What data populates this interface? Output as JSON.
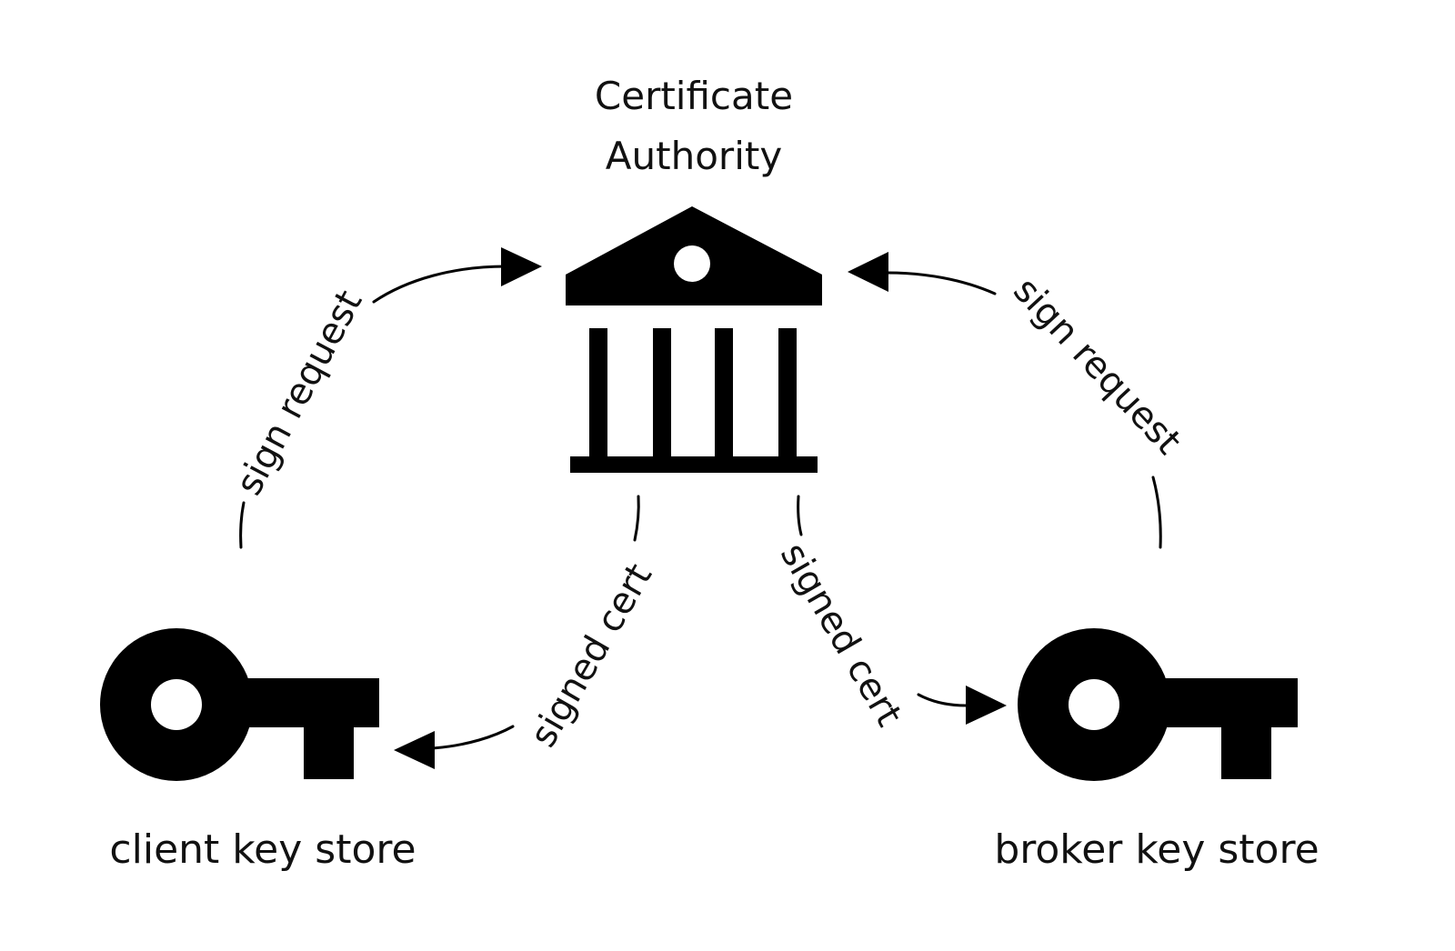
{
  "nodes": {
    "authority": {
      "title_line1": "Certificate",
      "title_line2": "Authority",
      "icon": "bank-building-icon"
    },
    "client": {
      "label": "client key store",
      "icon": "key-icon"
    },
    "broker": {
      "label": "broker key store",
      "icon": "key-icon"
    }
  },
  "edges": {
    "client_to_ca": {
      "label": "sign request"
    },
    "broker_to_ca": {
      "label": "sign request"
    },
    "ca_to_client": {
      "label": "signed cert"
    },
    "ca_to_broker": {
      "label": "signed cert"
    }
  }
}
